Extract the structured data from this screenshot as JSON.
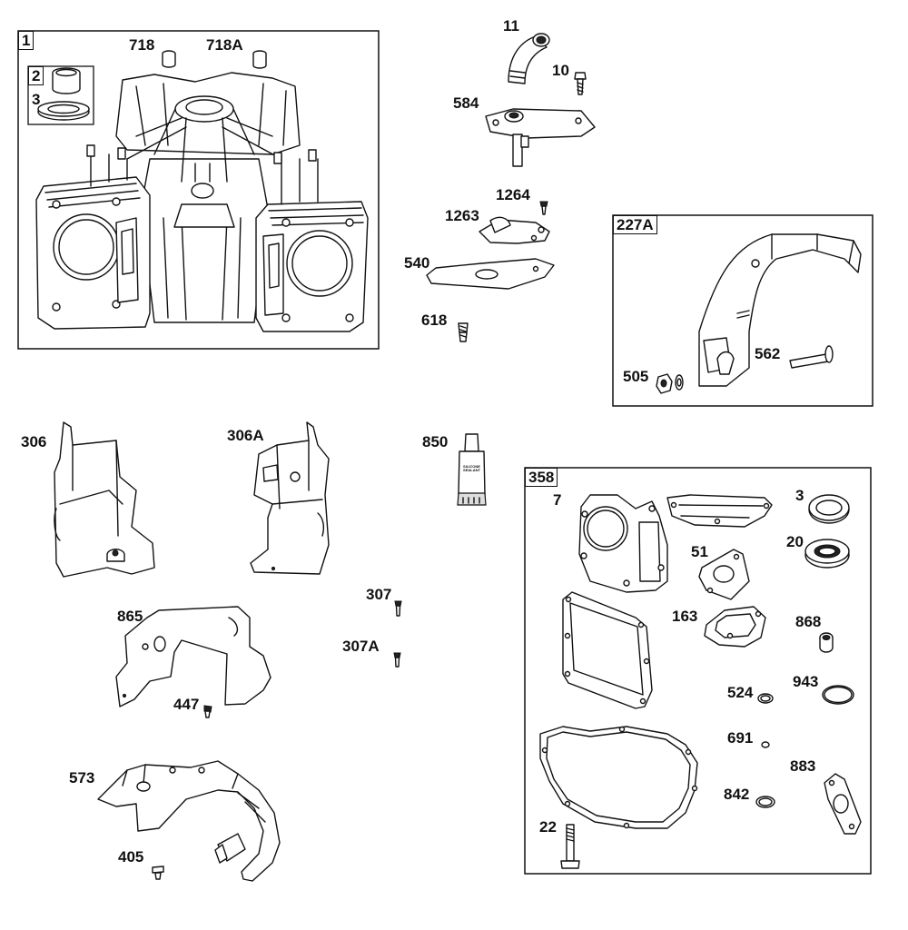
{
  "groups": {
    "engine_block": "1",
    "cover_bracket": "227A",
    "gasket_set": "358",
    "bearing_kit": "2"
  },
  "labels": {
    "p718": "718",
    "p718a": "718A",
    "p3_top": "3",
    "p11": "11",
    "p10": "10",
    "p584": "584",
    "p1264": "1264",
    "p1263": "1263",
    "p540": "540",
    "p618": "618",
    "p562": "562",
    "p505": "505",
    "p306": "306",
    "p306a": "306A",
    "p850": "850",
    "p307": "307",
    "p307a": "307A",
    "p865": "865",
    "p447": "447",
    "p573": "573",
    "p405": "405",
    "p7": "7",
    "p3": "3",
    "p20": "20",
    "p51": "51",
    "p163": "163",
    "p868": "868",
    "p524": "524",
    "p943": "943",
    "p691": "691",
    "p883": "883",
    "p842": "842",
    "p22": "22"
  },
  "sealant_tube_text": "SILICONE SEALANT"
}
